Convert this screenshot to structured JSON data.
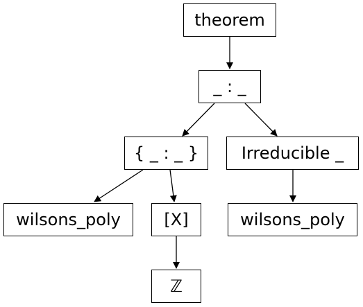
{
  "diagram": {
    "type": "tree",
    "nodes": {
      "theorem": "theorem",
      "typing": "_ : _",
      "set_builder": "{ _ : _ }",
      "irreducible": "Irreducible _",
      "wilsons_poly_left": "wilsons_poly",
      "poly_ring": "[X]",
      "integers": "ℤ",
      "wilsons_poly_right": "wilsons_poly"
    },
    "edges": [
      [
        "theorem",
        "typing"
      ],
      [
        "typing",
        "set_builder"
      ],
      [
        "typing",
        "irreducible"
      ],
      [
        "set_builder",
        "wilsons_poly_left"
      ],
      [
        "set_builder",
        "poly_ring"
      ],
      [
        "poly_ring",
        "integers"
      ],
      [
        "irreducible",
        "wilsons_poly_right"
      ]
    ],
    "colors": {
      "stroke": "#000000",
      "fill": "#ffffff",
      "text": "#000000"
    }
  }
}
